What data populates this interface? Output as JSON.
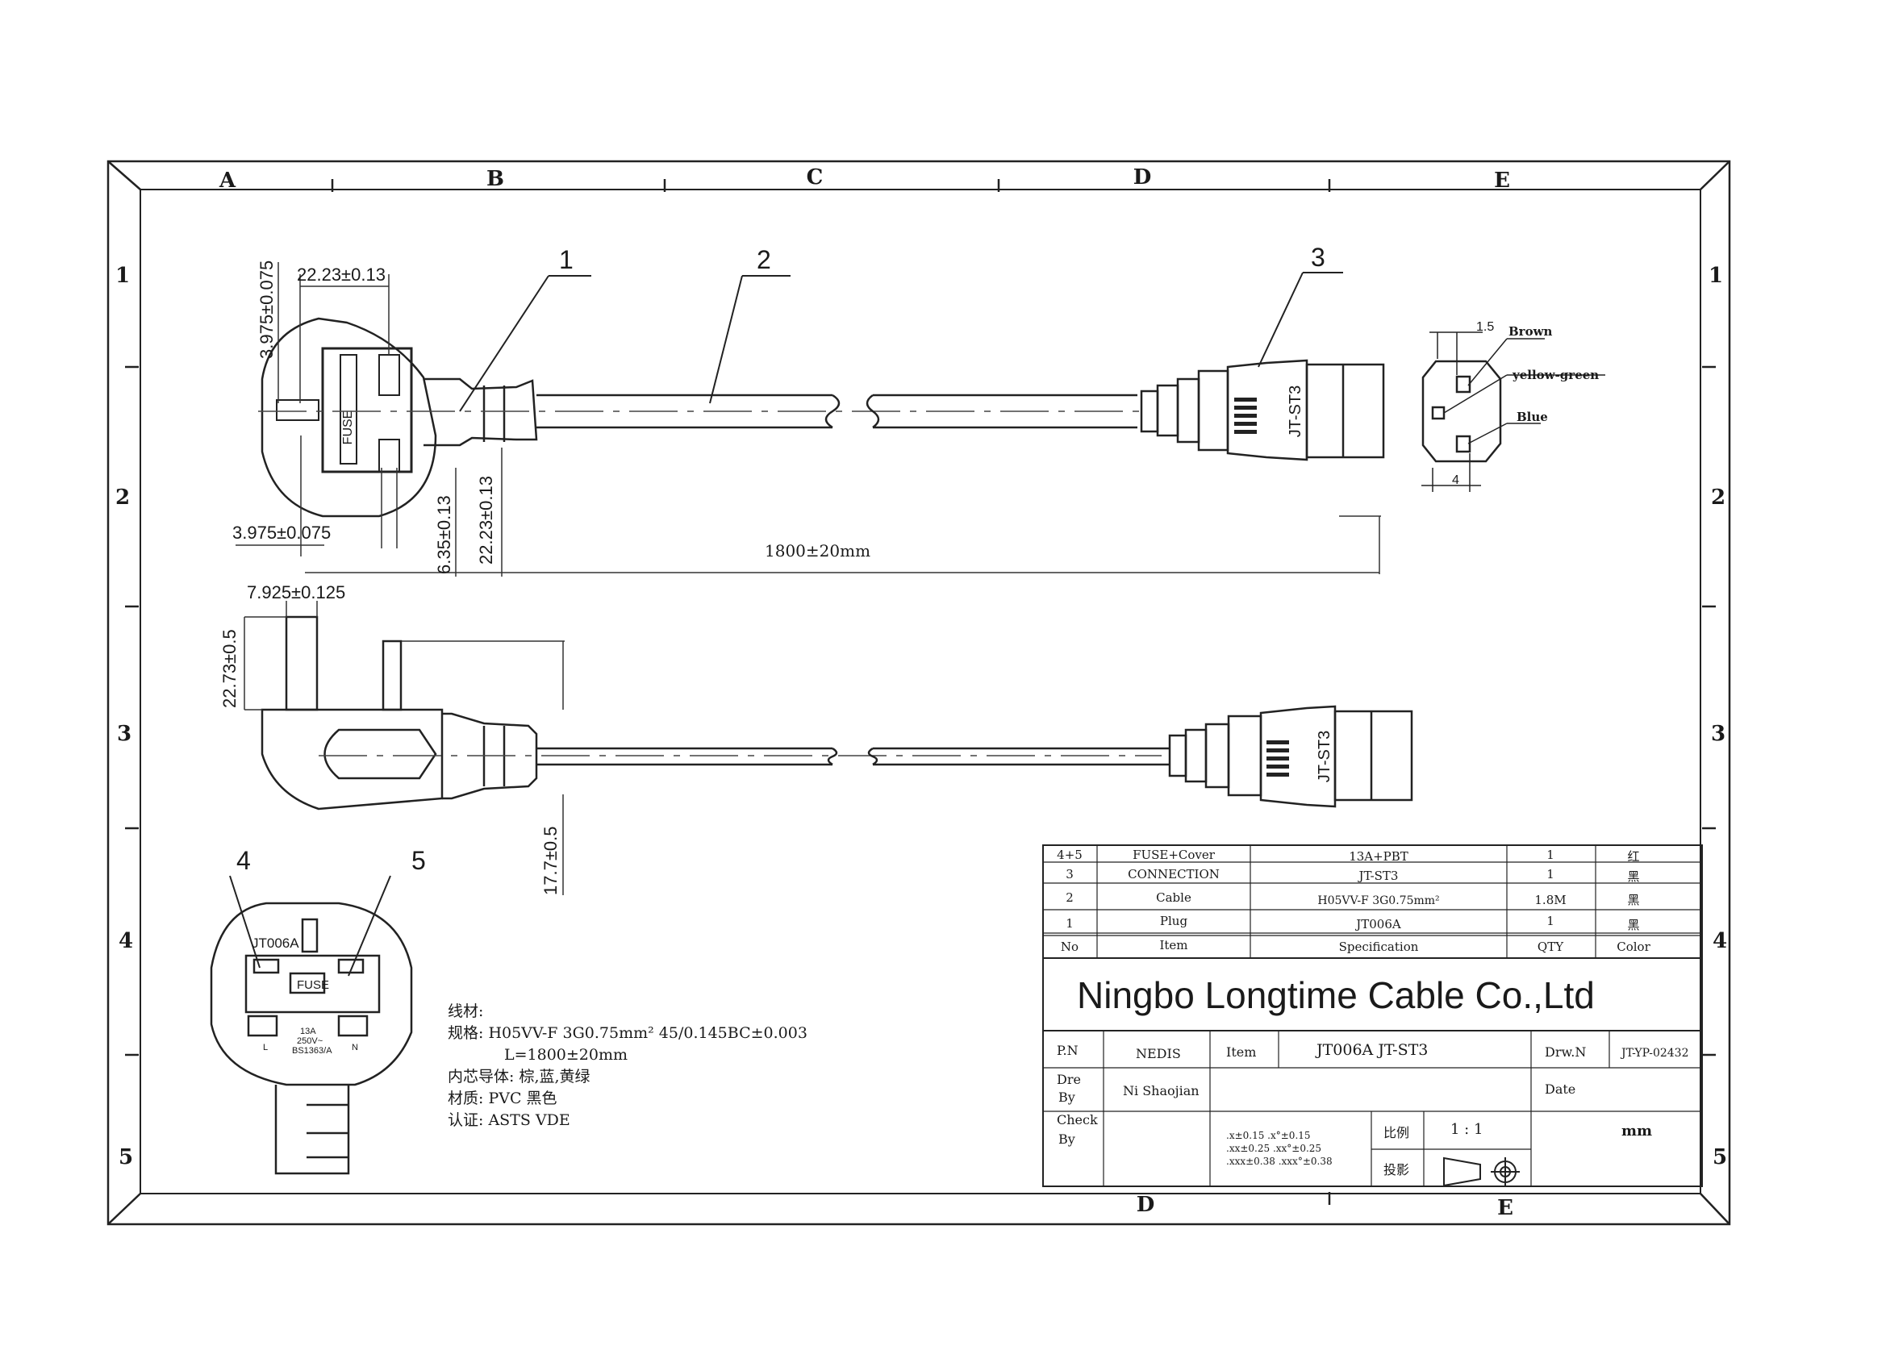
{
  "border": {
    "columns_top": [
      "A",
      "B",
      "C",
      "D",
      "E"
    ],
    "columns_bottom": [
      "D",
      "E"
    ],
    "rows": [
      "1",
      "2",
      "3",
      "4",
      "5"
    ]
  },
  "callouts": [
    "1",
    "2",
    "3",
    "4",
    "5"
  ],
  "dimensions": {
    "pin_pitch_top": "22.23±0.13",
    "pin_width_vertical": "3.975±0.075",
    "pin_width_horizontal": "3.975±0.075",
    "pin_offset": "6.35±0.13",
    "pin_pitch_side": "22.23±0.13",
    "cable_length": "1800±20mm",
    "earth_pin_width": "7.925±0.125",
    "earth_pin_length": "22.73±0.5",
    "pin_length": "17.7±0.5",
    "socket_pin_gap": "1.5",
    "socket_pin_spacing": "4"
  },
  "connector_label": "JT-ST3",
  "wire_colors": {
    "brown": "Brown",
    "yellow_green": "yellow-green",
    "blue": "Blue"
  },
  "plug_face": {
    "model": "JT006A",
    "fuse": "FUSE",
    "rating_lines": [
      "13A",
      "250V~",
      "BS1363/A"
    ],
    "terminal_l": "L",
    "terminal_n": "N"
  },
  "notes": [
    "线材:",
    "规格: H05VV-F 3G0.75mm² 45/0.145BC±0.003",
    "L=1800±20mm",
    "内芯导体: 棕,蓝,黄绿",
    "材质: PVC 黑色",
    "认证: ASTS VDE"
  ],
  "bom": {
    "header": {
      "no": "No",
      "item": "Item",
      "spec": "Specification",
      "qty": "QTY",
      "color": "Color"
    },
    "rows": [
      {
        "no": "4+5",
        "item": "FUSE+Cover",
        "spec": "13A+PBT",
        "qty": "1",
        "color": "红"
      },
      {
        "no": "3",
        "item": "CONNECTION",
        "spec": "JT-ST3",
        "qty": "1",
        "color": "黑"
      },
      {
        "no": "2",
        "item": "Cable",
        "spec": "H05VV-F 3G0.75mm²",
        "qty": "1.8M",
        "color": "黑"
      },
      {
        "no": "1",
        "item": "Plug",
        "spec": "JT006A",
        "qty": "1",
        "color": "黑"
      }
    ]
  },
  "title_block": {
    "company": "Ningbo Longtime Cable Co.,Ltd",
    "pn_label": "P.N",
    "pn_value": "NEDIS",
    "item_label": "Item",
    "item_value": "JT006A JT-ST3",
    "drw_label": "Drw.N",
    "drw_value": "JT-YP-02432",
    "drawn_label": [
      "Dre",
      "By"
    ],
    "drawn_value": "Ni Shaojian",
    "date_label": "Date",
    "check_label": [
      "Check",
      "By"
    ],
    "tolerances": [
      ".x±0.15 .x°±0.15",
      ".xx±0.25 .xx°±0.25",
      ".xxx±0.38 .xxx°±0.38"
    ],
    "scale_label": "比例",
    "scale_value": "1 : 1",
    "unit": "mm",
    "projection_label": "投影"
  }
}
